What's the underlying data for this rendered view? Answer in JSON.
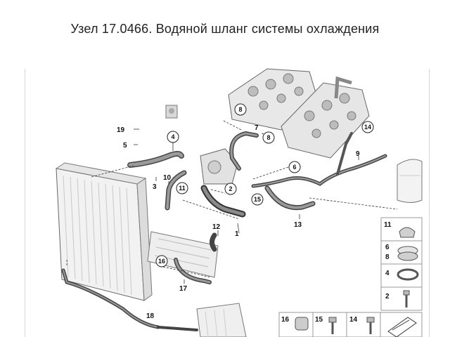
{
  "page_title": "Узел 17.0466. Водяной шланг системы охлаждения",
  "diagram": {
    "plain_labels": [
      "19",
      "5",
      "3",
      "10",
      "12",
      "1",
      "17",
      "18",
      "13",
      "9",
      "7"
    ],
    "circled_labels": [
      "8",
      "8",
      "4",
      "11",
      "2",
      "6",
      "15",
      "16",
      "14"
    ],
    "legend": [
      {
        "num": "11"
      },
      {
        "num": "6",
        "num2": "8"
      },
      {
        "num": "4"
      },
      {
        "num": "2"
      },
      {
        "num": "16"
      },
      {
        "num": "15"
      },
      {
        "num": "14"
      }
    ]
  }
}
